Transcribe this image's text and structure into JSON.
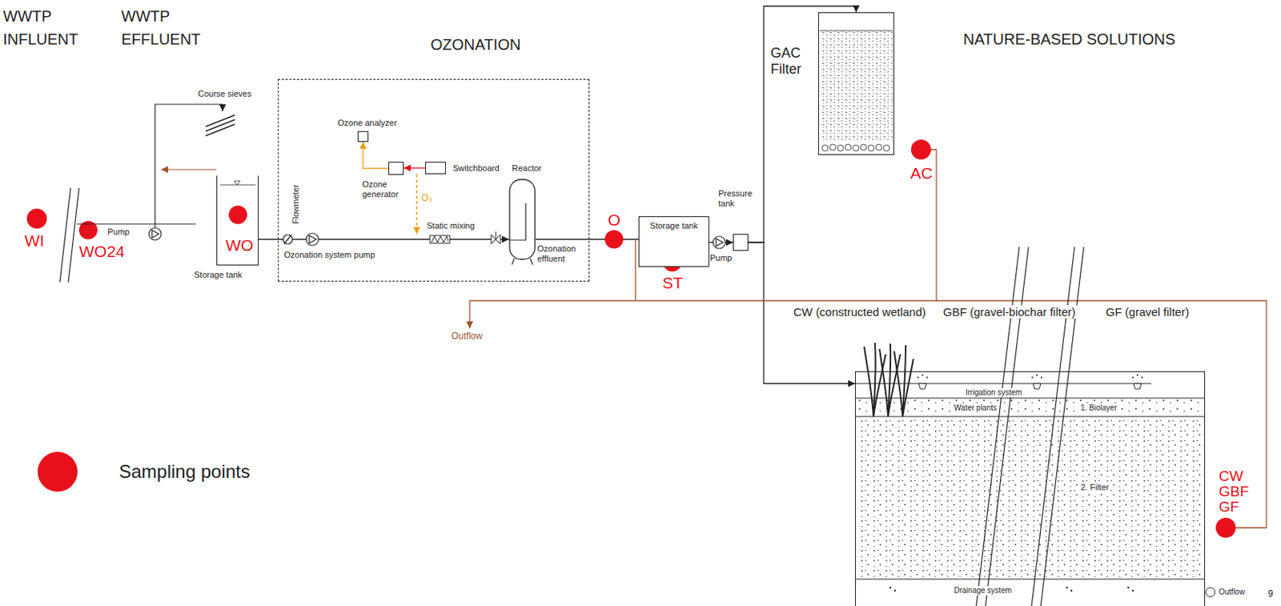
{
  "diagram": {
    "nodes": [
      {
        "text": [
          "Storage tank"
        ]
      },
      {
        "text": [
          "OZONATION"
        ]
      },
      {
        "text": [
          "Ozone analyzer"
        ],
        "in": 1
      },
      {
        "text": [
          "Ozone generator"
        ],
        "in": 1
      },
      {
        "text": [
          "Switchboard"
        ],
        "in": 1
      },
      {
        "text": [
          "Reactor"
        ],
        "in": 1
      },
      {
        "text": [
          "Storage tank"
        ]
      },
      {
        "text": [
          "Pressure tank"
        ]
      },
      {
        "text": [
          "GAC Filter"
        ]
      },
      {
        "text": [
          "Irrigation system",
          "Water plants",
          "1. Biolayer",
          "2. Filter",
          "Drainage system"
        ]
      }
    ],
    "edges": [
      {
        "from": 0,
        "to": 5,
        "arrow": "to"
      },
      {
        "from": 3,
        "to": 2,
        "arrow": "to"
      },
      {
        "from": 4,
        "to": 3,
        "arrow": "to"
      },
      {
        "from": 5,
        "to": 6,
        "arrow": "none"
      },
      {
        "from": 6,
        "to": 7,
        "arrow": "to"
      },
      {
        "from": 7,
        "to": 8,
        "arrow": "to"
      },
      {
        "from": 7,
        "to": 9,
        "arrow": "to"
      }
    ],
    "labels": [
      "WWTP INFLUENT",
      "WWTP EFFLUENT",
      "NATURE-BASED SOLUTIONS",
      "WI",
      "WO24",
      "Pump",
      "Course sieves",
      "WO",
      "Flowmeter",
      "Ozonation system pump",
      "O₃",
      "Static mixing",
      "O",
      "Ozonation effluent",
      "ST",
      "Pump",
      "AC",
      "Outflow",
      "CW (constructed wetland)",
      "GBF (gravel-biochar filter)",
      "GF (gravel filter)",
      "CW",
      "GBF",
      "GF",
      "Outflow",
      "9"
    ],
    "legend": [
      {
        "text": "Sampling points",
        "color": "#e8101a"
      }
    ]
  }
}
